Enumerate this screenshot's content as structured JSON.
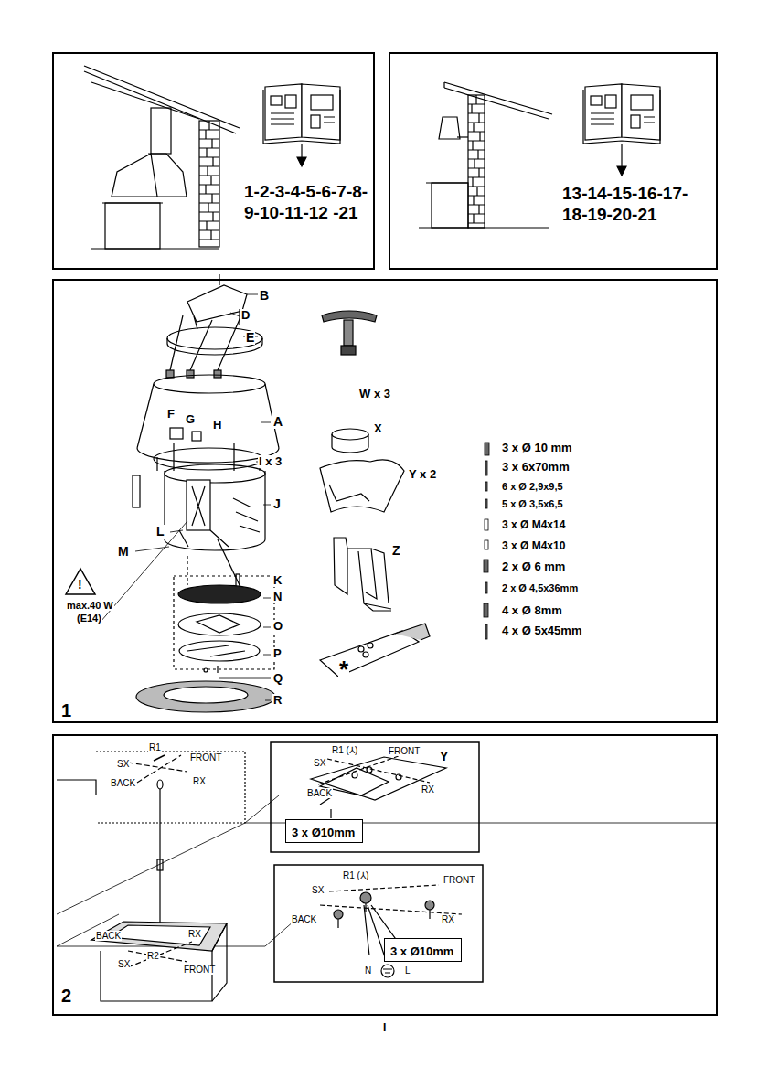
{
  "diagram": {
    "nodes": [
      {
        "text": [
          "1-2-3-4-5-6-7-8- 9-10-11-12 -21"
        ]
      },
      {
        "text": [
          "13-14-15-16-17- 18-19-20-21"
        ]
      },
      {
        "text": [
          "1"
        ]
      },
      {
        "text": [
          "2"
        ]
      },
      {
        "text": [
          "3 x Ø10mm"
        ],
        "in": 3
      },
      {
        "text": [
          "3 x Ø10mm"
        ],
        "in": 3
      }
    ],
    "labels": [
      "B",
      "D",
      "E",
      "A",
      "F",
      "G",
      "H",
      "I x 3",
      "J",
      "!",
      "max.40 W",
      "(E14)",
      "L",
      "M",
      "K",
      "N",
      "O",
      "P",
      "Q",
      "R",
      "W x 3",
      "X",
      "Y x 2",
      "Z",
      "*",
      "3 x Ø 10 mm",
      "3 x 6x70mm",
      "6 x Ø 2,9x9,5",
      "5 x Ø 3,5x6,5",
      "3 x Ø M4x14",
      "3 x Ø M4x10",
      "2 x Ø 6 mm",
      "2 x Ø 4,5x36mm",
      "4 x Ø 8mm",
      "4 x Ø 5x45mm",
      "R1",
      "SX",
      "FRONT",
      "BACK",
      "RX",
      "BACK",
      "R2",
      "RX",
      "SX",
      "FRONT",
      "R1 (⅄)",
      "FRONT",
      "SX",
      "Y",
      "BACK",
      "RX",
      "R1 (⅄)",
      "FRONT",
      "SX",
      "BACK",
      "RX",
      "N",
      "L",
      "I"
    ]
  }
}
